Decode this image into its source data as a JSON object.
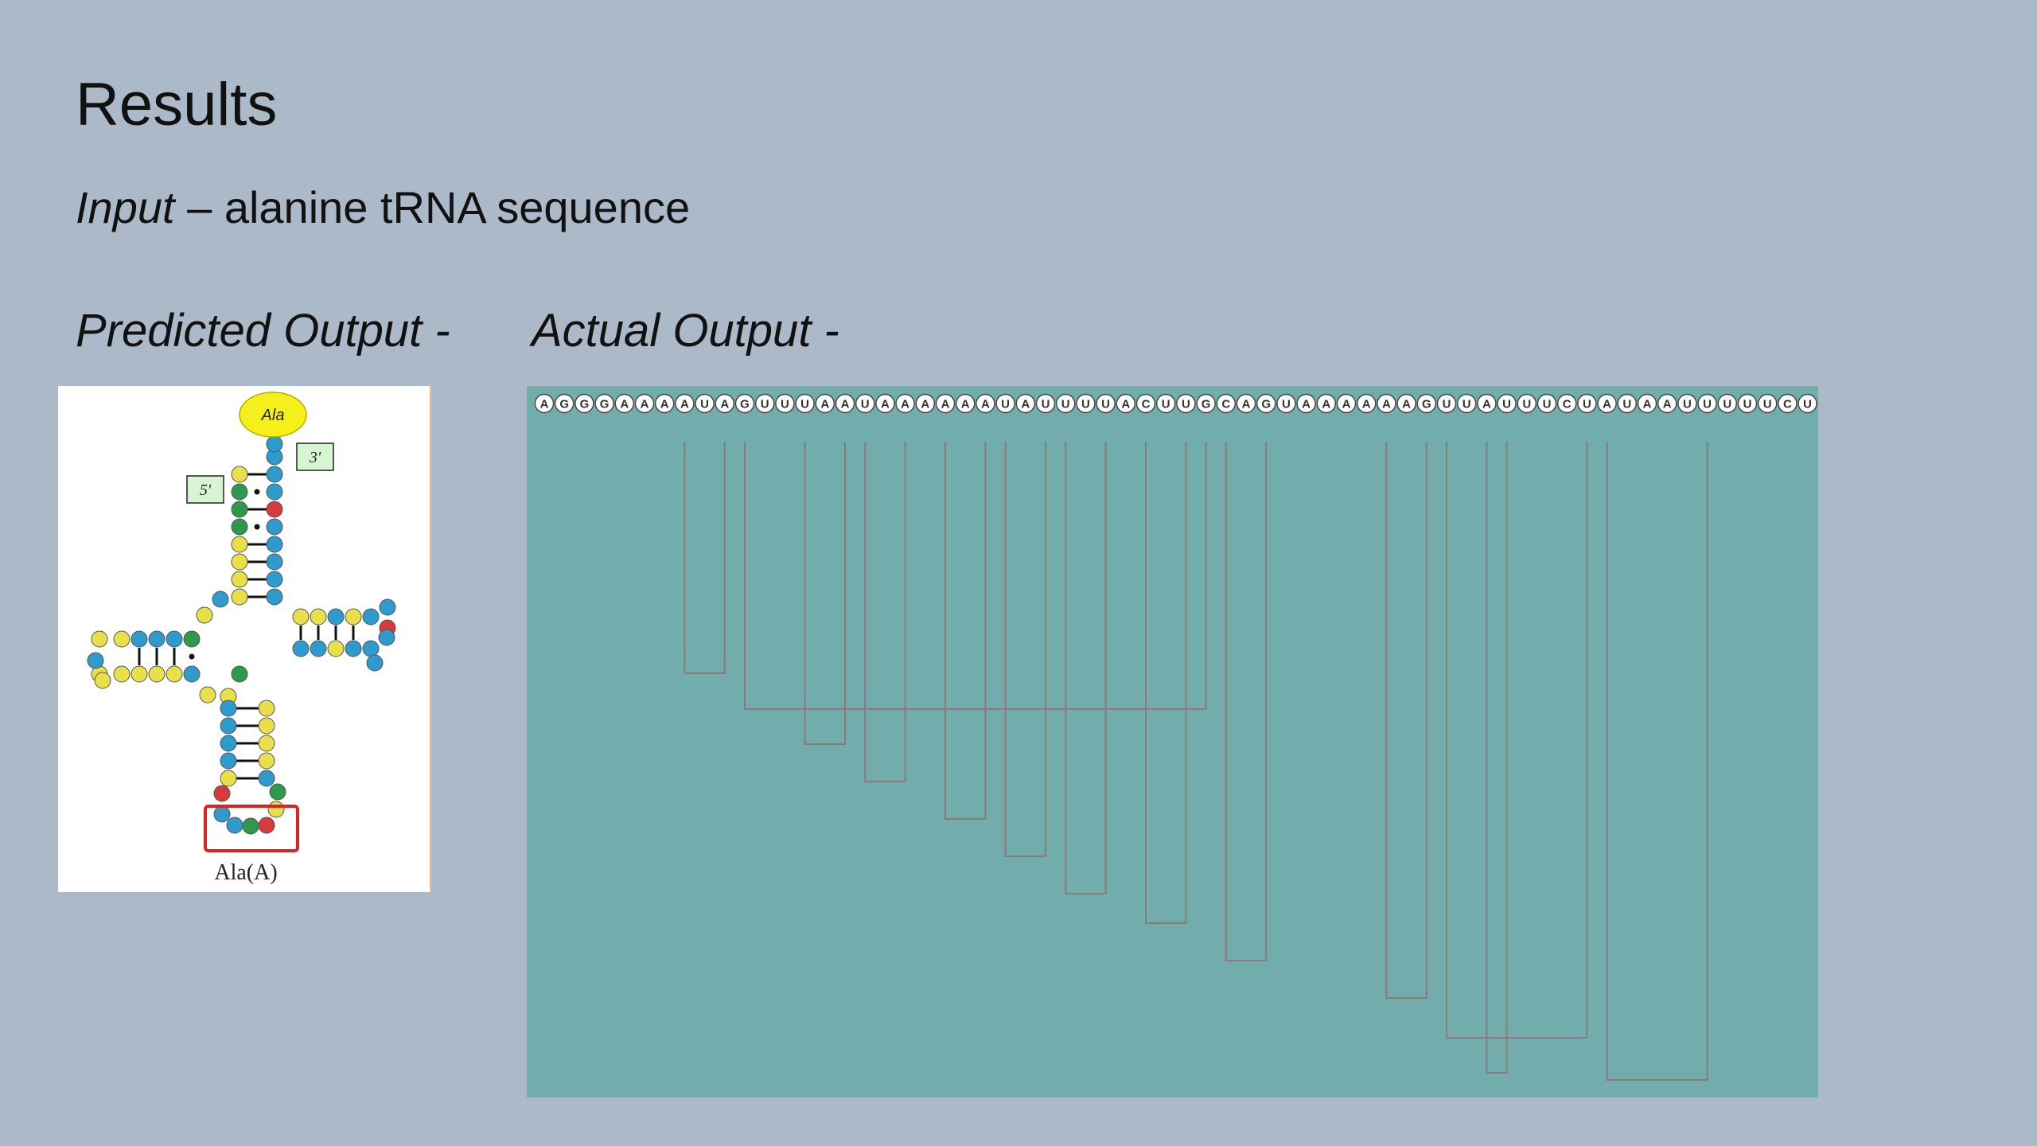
{
  "slide": {
    "title": "Results",
    "input_label": "Input",
    "input_text": " – alanine tRNA sequence",
    "predicted_label": "Predicted Output -",
    "actual_label": "Actual Output -"
  },
  "predicted": {
    "amino_acid_badge": "Ala",
    "end_5": "5'",
    "end_3": "3'",
    "caption": "Ala(A)"
  },
  "actual": {
    "sequence": "AGGGAAAAUAGUUUAAUAAAAAAUAUUUUACUUGCAGUAAAAAAGUUAUUUCUAUAAUUUUUCUUU",
    "pairs": [
      [
        7,
        9
      ],
      [
        13,
        15
      ],
      [
        16,
        18
      ],
      [
        20,
        22
      ],
      [
        23,
        25
      ],
      [
        26,
        28
      ],
      [
        30,
        32
      ],
      [
        10,
        33
      ],
      [
        34,
        36
      ],
      [
        42,
        44
      ],
      [
        47,
        48
      ],
      [
        45,
        52
      ],
      [
        53,
        58
      ]
    ]
  },
  "colors": {
    "background": "#acb9c9",
    "actual_panel": "#72acad",
    "arc_line": "#8a7b7b",
    "nt_A": "#e8e04a",
    "nt_U": "#2e9bcc",
    "nt_G": "#2c9a4a",
    "nt_C": "#d63a3a",
    "badge": "#f5ef1a",
    "end_box": "#d7f5d3",
    "anticodon_box": "#dd2222"
  }
}
